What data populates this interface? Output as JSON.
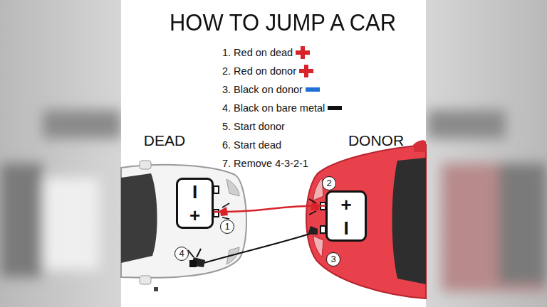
{
  "diagram": {
    "title": "HOW TO JUMP A CAR",
    "nodes": [
      {
        "text": [
          "I",
          "+"
        ]
      },
      {
        "text": [
          "+",
          "I"
        ]
      }
    ],
    "edges": [
      {
        "from": 0,
        "to": 1,
        "arrow": "none"
      }
    ],
    "labels": [
      "1. Red on dead",
      "2. Red on donor",
      "3. Black on donor",
      "4. Black on bare metal",
      "5. Start donor",
      "6. Start dead",
      "7. Remove 4-3-2-1",
      "DEAD",
      "DONOR",
      "1",
      "2",
      "3",
      "4"
    ]
  }
}
